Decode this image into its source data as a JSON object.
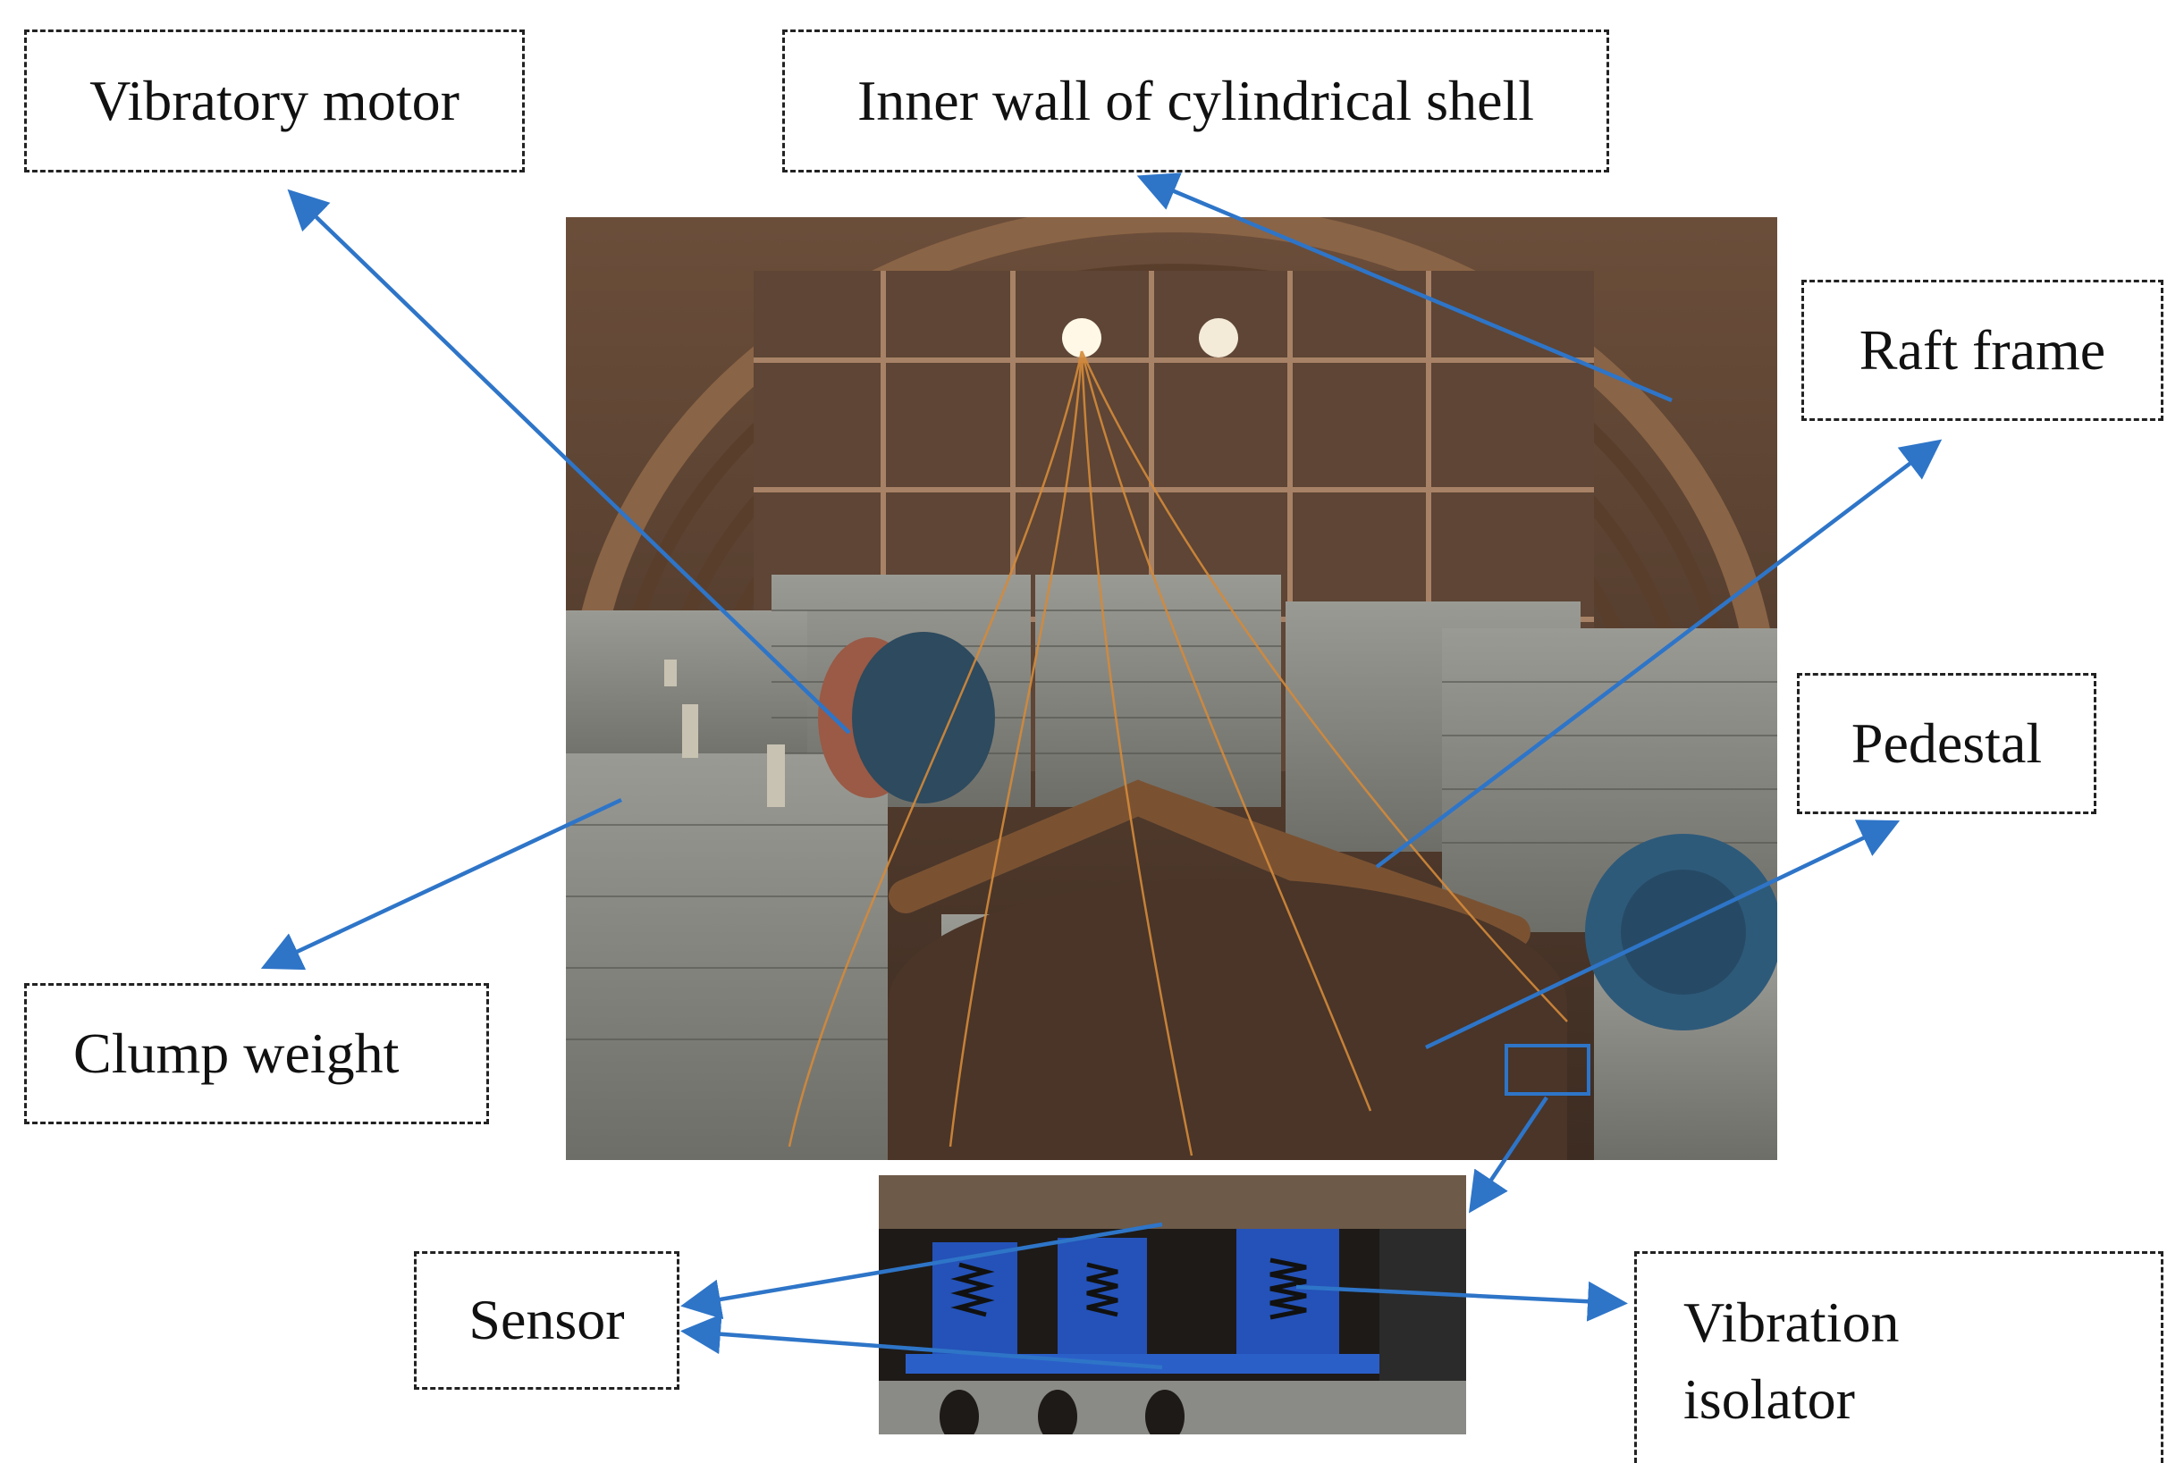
{
  "figure": {
    "labels": {
      "vibratory_motor": "Vibratory motor",
      "inner_wall": "Inner wall of cylindrical shell",
      "raft_frame": "Raft frame",
      "pedestal": "Pedestal",
      "clump_weight": "Clump weight",
      "sensor": "Sensor",
      "vibration_isolator_line1": "Vibration",
      "vibration_isolator_line2": "isolator"
    },
    "colors": {
      "arrow": "#2e75c8",
      "box_border": "#222222"
    }
  }
}
